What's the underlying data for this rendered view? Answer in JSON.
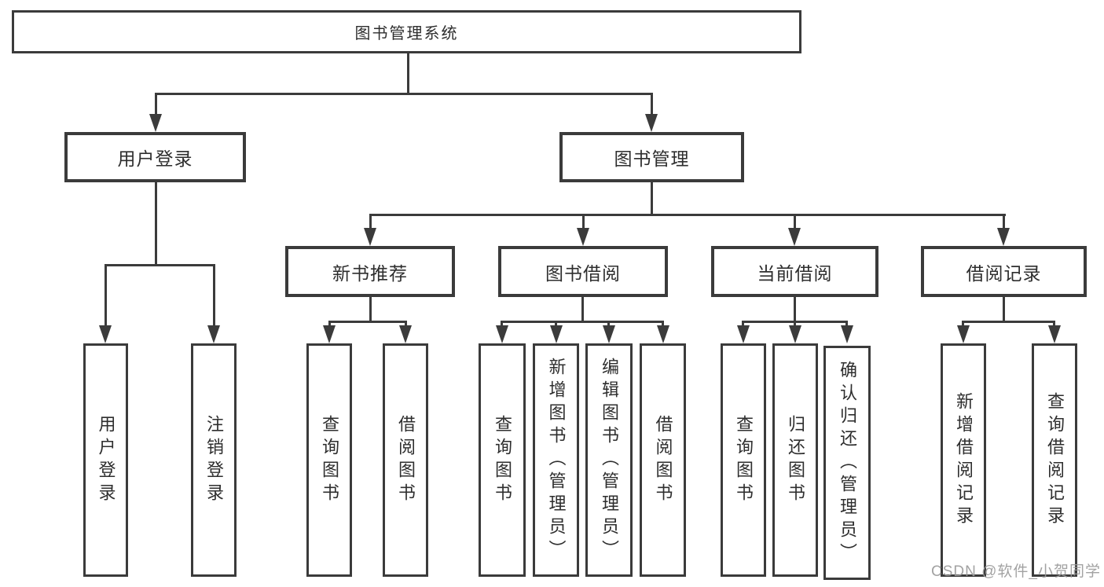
{
  "diagram": {
    "title_node": {
      "label": "图书管理系统"
    },
    "level2": [
      {
        "label": "用户登录"
      },
      {
        "label": "图书管理"
      }
    ],
    "level3": [
      {
        "label": "新书推荐"
      },
      {
        "label": "图书借阅"
      },
      {
        "label": "当前借阅"
      },
      {
        "label": "借阅记录"
      }
    ],
    "leaves": {
      "user_login": [
        {
          "label": "用户登录"
        },
        {
          "label": "注销登录"
        }
      ],
      "new_books": [
        {
          "label": "查询图书"
        },
        {
          "label": "借阅图书"
        }
      ],
      "book_borrow": [
        {
          "label": "查询图书"
        },
        {
          "label": "新增图书（管理员）"
        },
        {
          "label": "编辑图书（管理员）"
        },
        {
          "label": "借阅图书"
        }
      ],
      "current_borrow": [
        {
          "label": "查询图书"
        },
        {
          "label": "归还图书"
        },
        {
          "label": "确认归还（管理员）"
        }
      ],
      "borrow_records": [
        {
          "label": "新增借阅记录"
        },
        {
          "label": "查询借阅记录"
        }
      ]
    }
  },
  "watermark": {
    "text": "CSDN @软件_小贺同学"
  },
  "colors": {
    "line": "#3b3b3b",
    "text": "#2e2e2e",
    "watermark": "#9b9b9b",
    "background": "#ffffff"
  }
}
